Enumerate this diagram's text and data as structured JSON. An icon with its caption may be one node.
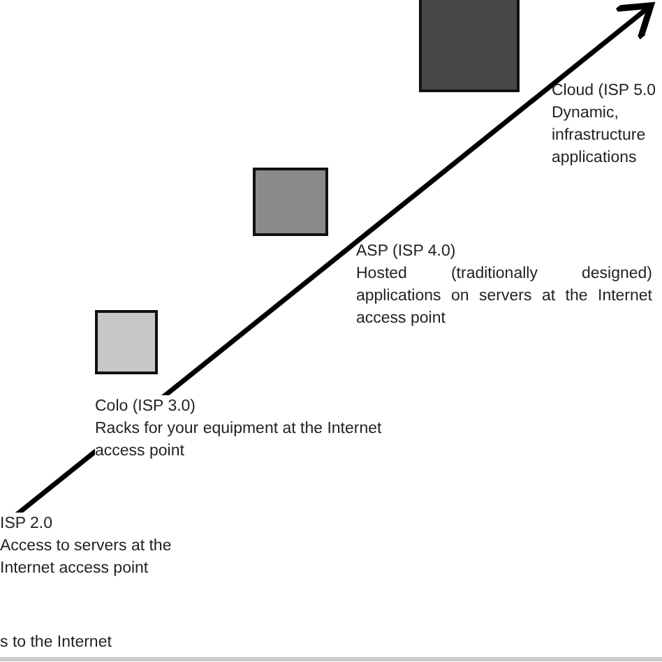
{
  "diagram": {
    "nodes": [
      {
        "text": [],
        "shape": "box",
        "beside": [
          "Colo (ISP 3.0)",
          "Racks for your equipment at the Internet access point"
        ]
      },
      {
        "text": [],
        "shape": "box",
        "beside": [
          "ASP (ISP 4.0)",
          "Hosted (traditionally designed) applications on servers at the Internet access point"
        ]
      },
      {
        "text": [],
        "shape": "box",
        "beside": [
          "Cloud (ISP 5.0",
          "Dynamic,",
          "infrastructure",
          "applications"
        ]
      }
    ],
    "labels": [
      "ISP 2.0",
      "Access to servers at the Internet access point",
      "s to the Internet"
    ]
  }
}
